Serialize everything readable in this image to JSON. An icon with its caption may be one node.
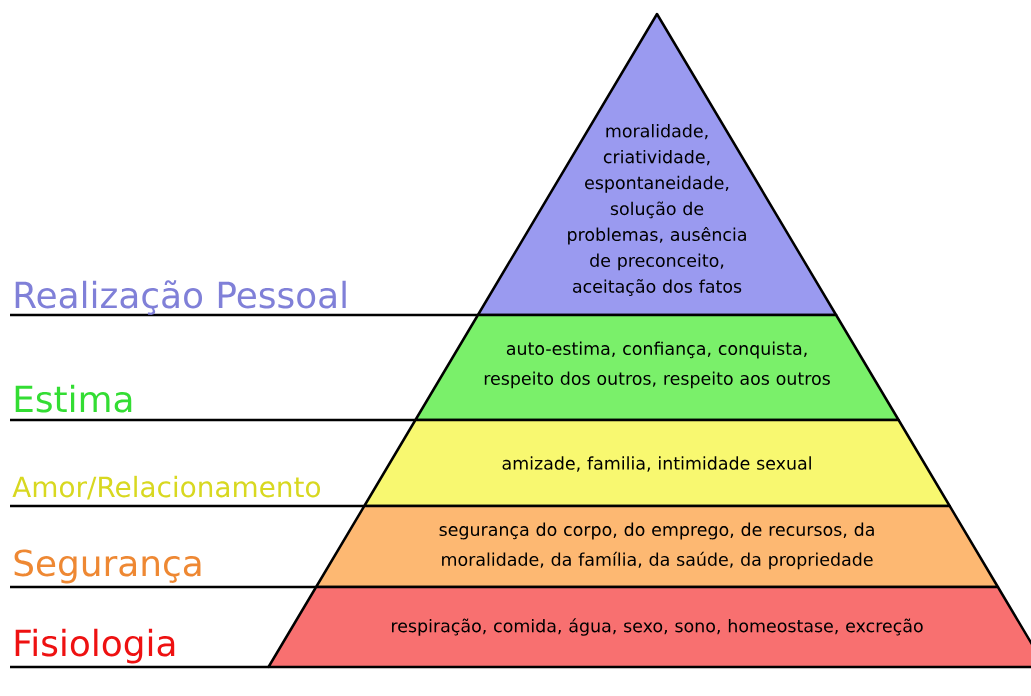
{
  "diagram": {
    "nodes": [
      {
        "text": [
          "moralidade, criatividade, espontaneidade, solução de problemas, ausência de preconceito, aceitação dos fatos"
        ]
      },
      {
        "text": [
          "auto-estima, confiança, conquista, respeito dos outros, respeito aos outros"
        ]
      },
      {
        "text": [
          "amizade, familia, intimidade sexual"
        ]
      },
      {
        "text": [
          "segurança do corpo, do emprego, de recursos, da moralidade, da família, da saúde, da propriedade"
        ]
      },
      {
        "text": [
          "respiração, comida, água, sexo, sono, homeostase, excreção"
        ]
      }
    ],
    "labels": [
      "Realização Pessoal",
      "Estima",
      "Amor/Relacionamento",
      "Segurança",
      "Fisiologia"
    ]
  }
}
